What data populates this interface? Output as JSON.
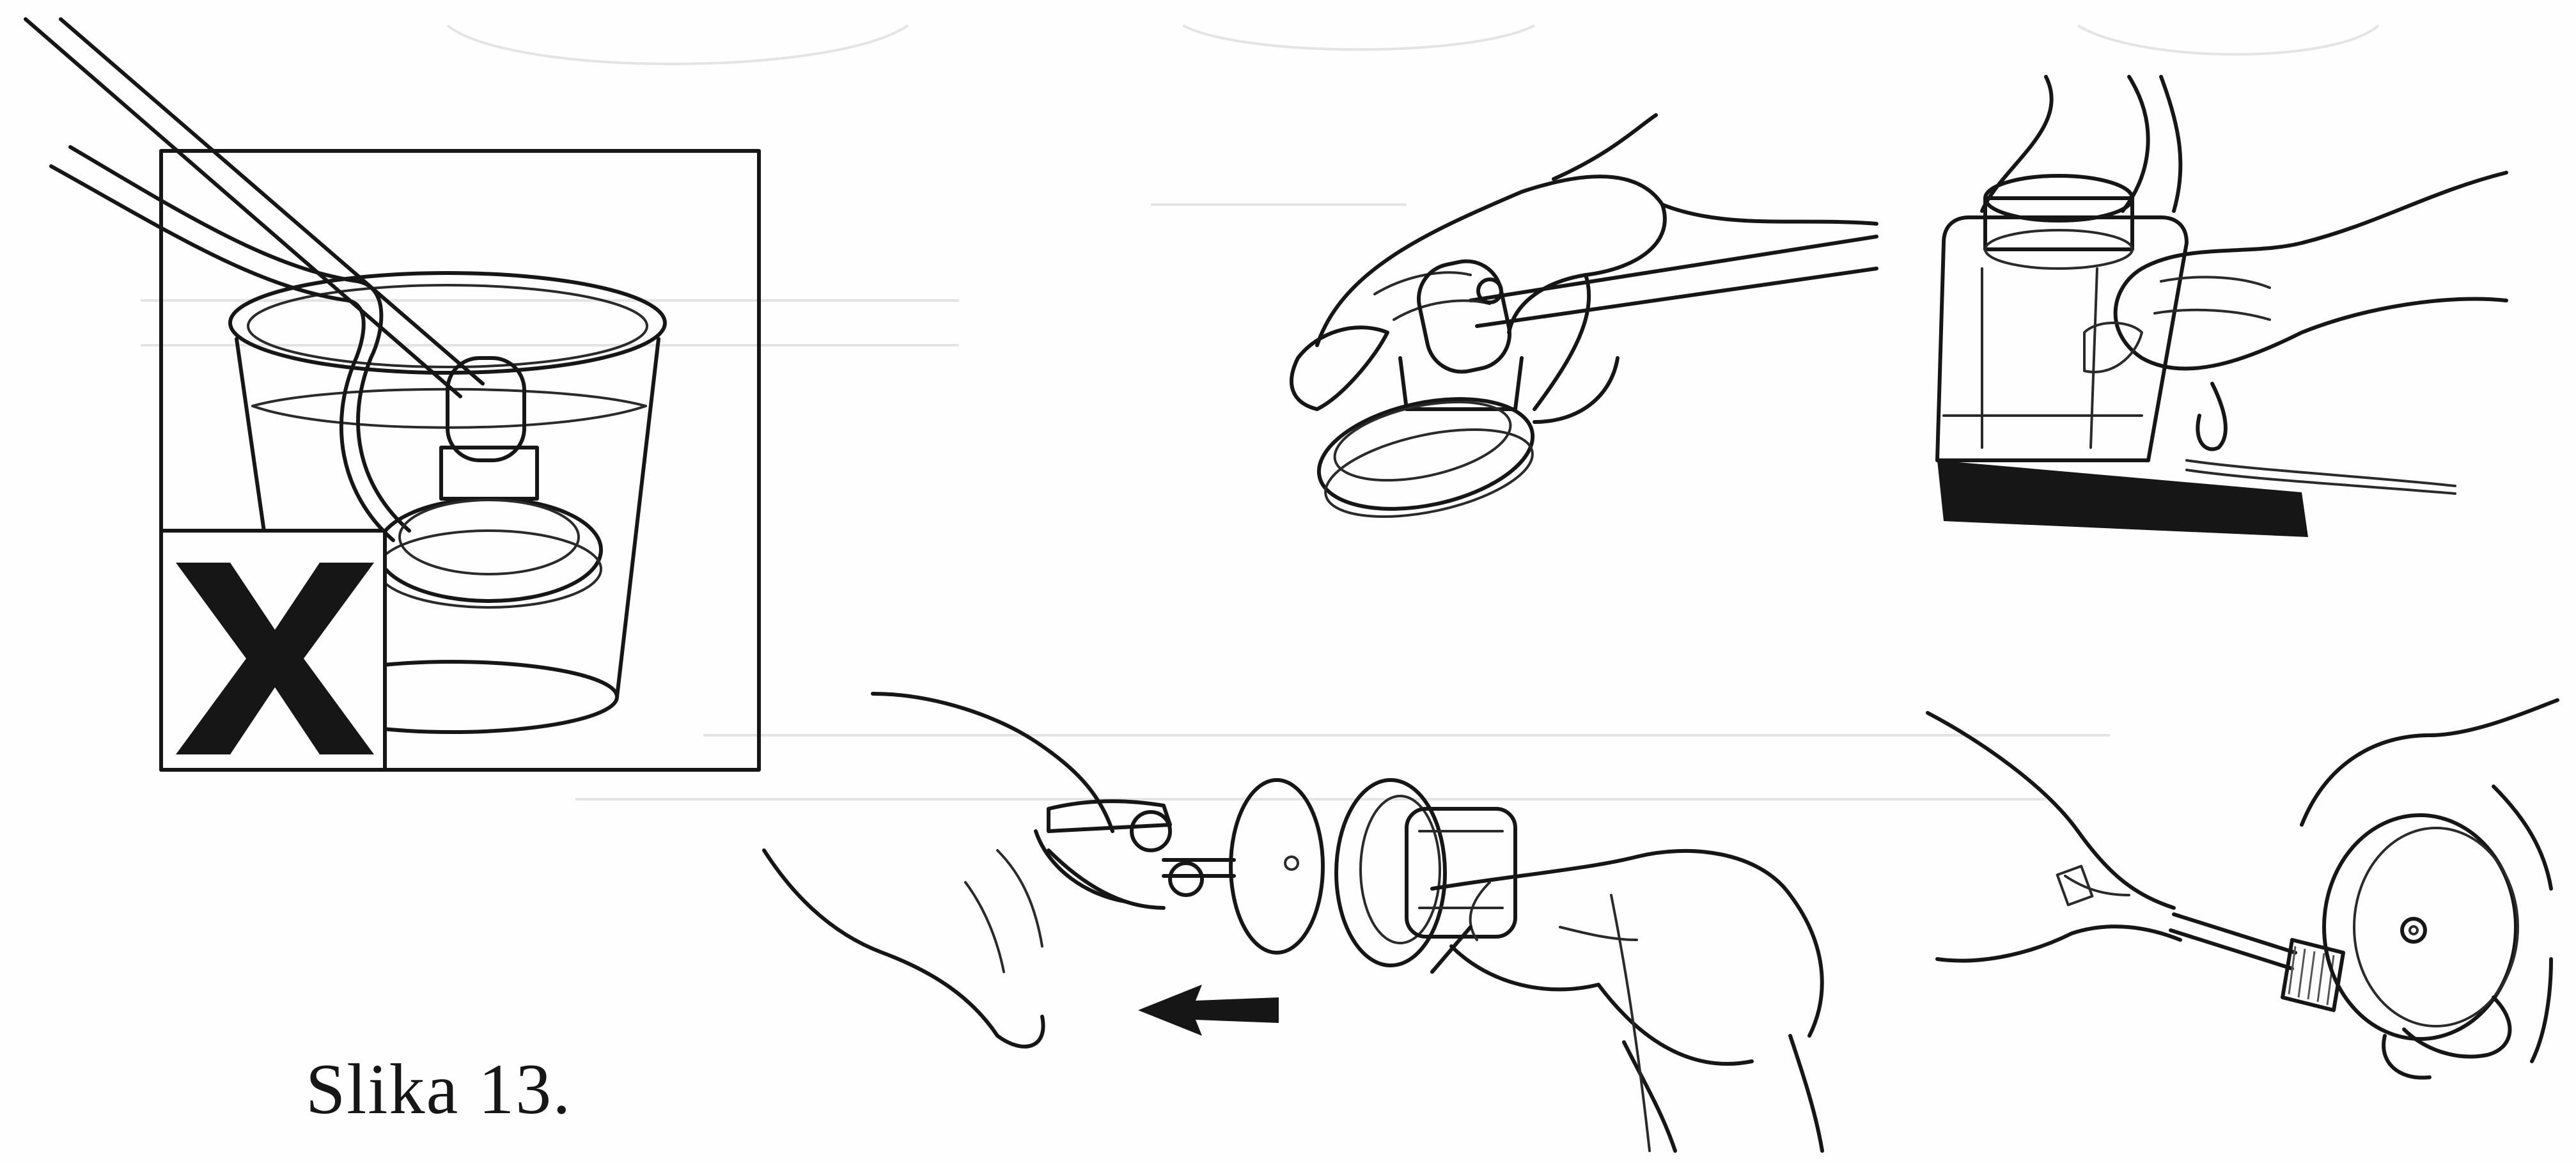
{
  "figure": {
    "caption": "Slika 13.",
    "panels": [
      {
        "name": "bucket-panel",
        "prohibited": true,
        "mark_icon": "x-mark-icon"
      },
      {
        "name": "wipe-shield-panel",
        "prohibited": false
      },
      {
        "name": "wipe-bottle-panel",
        "prohibited": false
      },
      {
        "name": "disassemble-panel",
        "prohibited": false,
        "arrow_icon": "arrow-left-icon"
      },
      {
        "name": "brush-diaphragm-panel",
        "prohibited": false
      }
    ],
    "colors": {
      "ink": "#161616",
      "paper": "#fefefe"
    }
  }
}
